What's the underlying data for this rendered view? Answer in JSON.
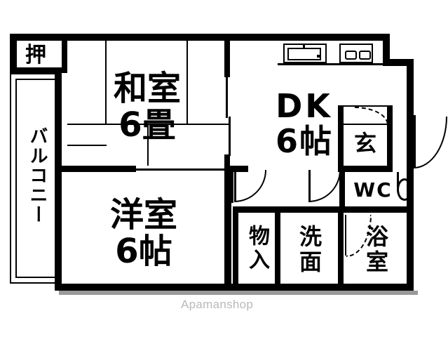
{
  "document": {
    "type": "japanese-apartment-floor-plan",
    "layout_name": "2DK",
    "watermark": "Apamanshop"
  },
  "rooms": [
    {
      "id": "oshiire",
      "name": "押",
      "label": "押",
      "meaning": "closet",
      "orientation": "horizontal"
    },
    {
      "id": "balcony",
      "name": "バルコニー",
      "label": "バルコニー",
      "meaning": "balcony",
      "orientation": "vertical"
    },
    {
      "id": "washitsu",
      "name": "和室",
      "label": "和室",
      "size": "6畳",
      "meaning": "japanese-style room",
      "orientation": "horizontal"
    },
    {
      "id": "dk",
      "name": "DK",
      "label": "DK",
      "size": "6帖",
      "meaning": "dining kitchen",
      "orientation": "horizontal"
    },
    {
      "id": "genkan",
      "name": "玄",
      "label": "玄",
      "meaning": "entrance",
      "orientation": "horizontal"
    },
    {
      "id": "wc",
      "name": "WC",
      "label": "WC",
      "meaning": "toilet",
      "orientation": "horizontal"
    },
    {
      "id": "yoshitsu",
      "name": "洋室",
      "label": "洋室",
      "size": "6帖",
      "meaning": "western-style room",
      "orientation": "horizontal"
    },
    {
      "id": "monoire",
      "name": "物入",
      "label": "物入",
      "meaning": "storage",
      "orientation": "vertical"
    },
    {
      "id": "senmen",
      "name": "洗面",
      "label": "洗面",
      "meaning": "washbasin",
      "orientation": "vertical"
    },
    {
      "id": "yokushitsu",
      "name": "浴室",
      "label": "浴室",
      "meaning": "bathroom",
      "orientation": "vertical"
    }
  ],
  "labels": {
    "oshiire": "押",
    "balcony": "バルコニー",
    "washitsu_name": "和室",
    "washitsu_size": "6畳",
    "dk_name": "DK",
    "dk_size": "6帖",
    "genkan": "玄",
    "wc": "WC",
    "yoshitsu_name": "洋室",
    "yoshitsu_size": "6帖",
    "monoire": "物入",
    "senmen": "洗面",
    "yokushitsu": "浴室"
  },
  "fixtures": [
    {
      "id": "kitchen-sink",
      "name": "sink-icon",
      "location": "dk-top-left"
    },
    {
      "id": "kitchen-stove",
      "name": "stove-icon",
      "location": "dk-top-right",
      "burners": 2
    },
    {
      "id": "toilet-bowl",
      "name": "toilet-icon",
      "location": "wc"
    }
  ],
  "doors": [
    {
      "id": "oshiire-door",
      "name": "closet-door",
      "type": "hinged-swing"
    },
    {
      "id": "entrance-door",
      "name": "entrance-door",
      "type": "hinged-swing"
    },
    {
      "id": "genkan-inner",
      "name": "genkan-inner-door",
      "type": "hinged-swing"
    },
    {
      "id": "yoshitsu-door",
      "name": "bedroom-door",
      "type": "hinged-swing"
    },
    {
      "id": "hall-door",
      "name": "hallway-door",
      "type": "hinged-swing"
    },
    {
      "id": "bath-door",
      "name": "bathroom-door",
      "type": "folding"
    },
    {
      "id": "washitsu-fusuma",
      "name": "sliding-partition",
      "type": "sliding"
    }
  ],
  "colors": {
    "wall": "#000000",
    "floor": "#ffffff",
    "watermark": "#b9b9b9",
    "shadow": "#9a9a9a"
  }
}
